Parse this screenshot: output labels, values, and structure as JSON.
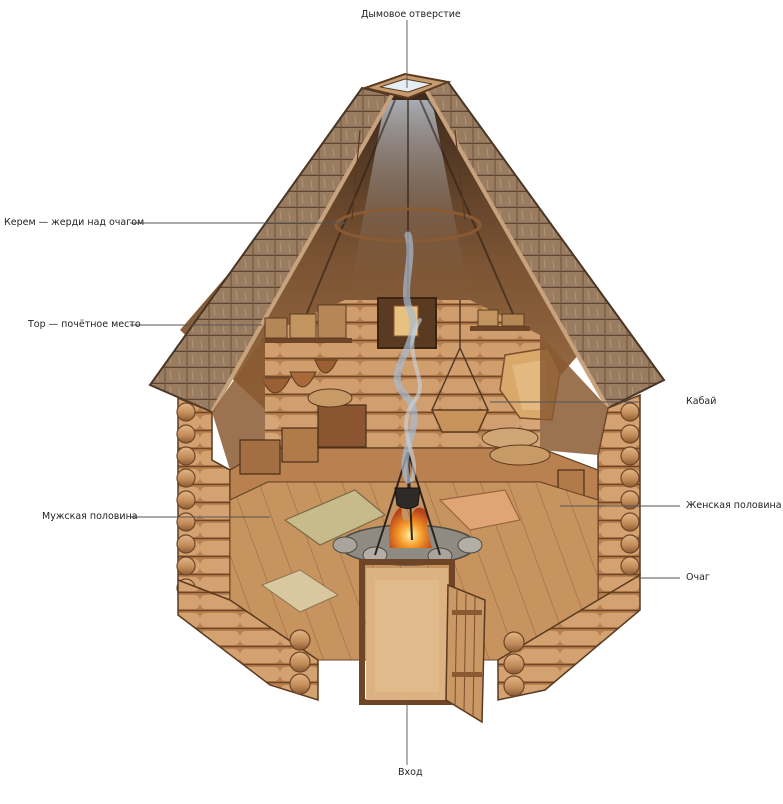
{
  "labels": {
    "smoke_hole": "Дымовое отверстие",
    "kerem": "Керем — жерди над очагом",
    "tor": "Тор — почётное место",
    "kabai": "Кабай",
    "mens_half": "Мужская половина",
    "womens_half": "Женская половина",
    "hearth": "Очаг",
    "entrance": "Вход"
  },
  "colors": {
    "log_light": "#d9a877",
    "log_mid": "#b98150",
    "log_dark": "#7a4e2c",
    "roof_shingle": "#9c7f62",
    "roof_dark": "#5e4633",
    "floor": "#c89665",
    "interior_dark": "#6b4427",
    "smoke": "#9fb4cc",
    "fire": "#f08a24",
    "stone": "#a9a49c",
    "door": "#dcb283",
    "leader_line": "#555555"
  }
}
